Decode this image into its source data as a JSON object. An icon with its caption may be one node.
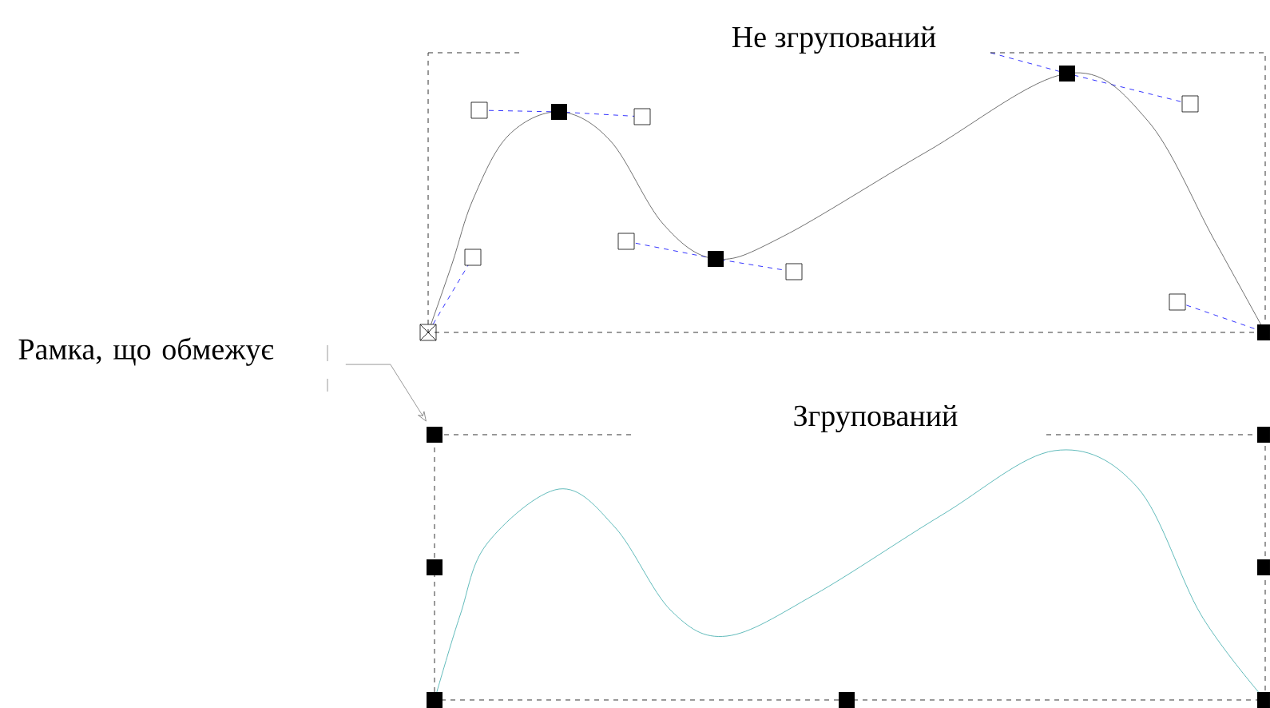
{
  "diagram": {
    "nodes": [
      {
        "text": [
          "Не згрупований"
        ]
      },
      {
        "text": [
          "Рамка, що обмежує"
        ]
      },
      {
        "text": [
          "Згрупований"
        ]
      }
    ],
    "edges": [
      {
        "from": 1,
        "to": 2,
        "arrow": "to"
      }
    ]
  }
}
